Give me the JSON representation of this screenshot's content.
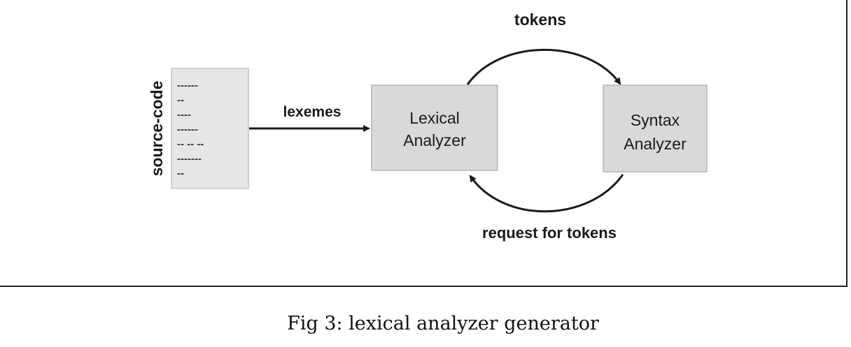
{
  "diagram": {
    "source_label": "source-code",
    "source_lines": [
      "------",
      "--",
      "----",
      "------",
      "-- -- --",
      "-------",
      "--"
    ],
    "lexemes_label": "lexemes",
    "lexical_box": {
      "line1": "Lexical",
      "line2": "Analyzer"
    },
    "syntax_box": {
      "line1": "Syntax",
      "line2": "Analyzer"
    },
    "tokens_label": "tokens",
    "request_label": "request for tokens"
  },
  "caption": "Fig 3: lexical analyzer generator",
  "colors": {
    "box_fill": "#d9d9d9",
    "box_stroke": "#b5b5b5",
    "ink": "#1a1a1a",
    "frame": "#222222"
  }
}
